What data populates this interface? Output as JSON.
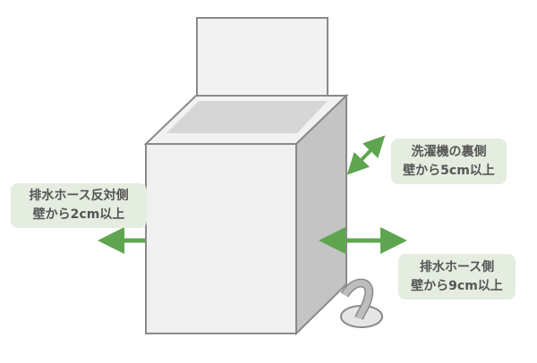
{
  "labels": {
    "left": {
      "line1": "排水ホース反対側",
      "line2": "壁から2cm以上"
    },
    "back": {
      "line1": "洗濯機の裏側",
      "line2": "壁から5cm以上"
    },
    "right": {
      "line1": "排水ホース側",
      "line2": "壁から9cm以上"
    }
  },
  "colors": {
    "arrow": "#5fa550",
    "label_bg": "#e4ede0",
    "body": "#f0f0f0",
    "side": "#c4c4c4",
    "outline": "#8a8a8a"
  }
}
